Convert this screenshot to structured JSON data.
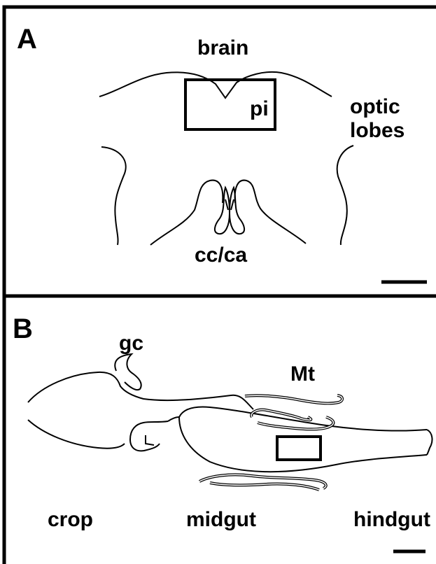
{
  "panel_a": {
    "letter": "A",
    "labels": {
      "brain": "brain",
      "pi": "pi",
      "optic_line1": "optic",
      "optic_line2": "lobes",
      "cc_ca": "cc/ca"
    }
  },
  "panel_b": {
    "letter": "B",
    "labels": {
      "gc": "gc",
      "mt": "Mt",
      "crop": "crop",
      "midgut": "midgut",
      "hindgut": "hindgut"
    }
  },
  "colors": {
    "ink": "#000000",
    "background": "#ffffff"
  }
}
